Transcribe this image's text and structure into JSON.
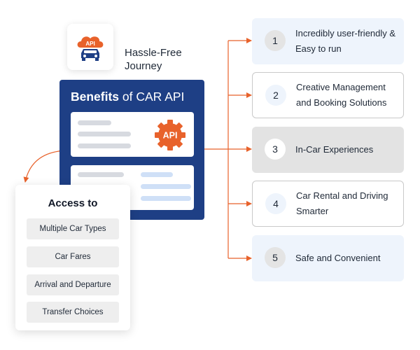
{
  "logo": {
    "badge_text": "API",
    "icon": "car-cloud-api-icon"
  },
  "hassle_text": "Hassle-Free Journey",
  "panel": {
    "title_bold": "Benefits",
    "title_rest": " of CAR API",
    "gear_text": "API"
  },
  "access": {
    "title": "Access to",
    "items": [
      "Multiple Car Types",
      "Car Fares",
      "Arrival and Departure",
      "Transfer Choices"
    ]
  },
  "benefits": [
    {
      "num": "1",
      "text": "Incredibly user-friendly & Easy to run"
    },
    {
      "num": "2",
      "text": "Creative Management and Booking Solutions"
    },
    {
      "num": "3",
      "text": "In-Car Experiences"
    },
    {
      "num": "4",
      "text": "Car Rental and Driving Smarter"
    },
    {
      "num": "5",
      "text": "Safe and Convenient"
    }
  ],
  "colors": {
    "accent": "#e8622b",
    "panel": "#1e3f85",
    "light_box": "#eef4fc",
    "gray_box": "#e3e3e3"
  }
}
